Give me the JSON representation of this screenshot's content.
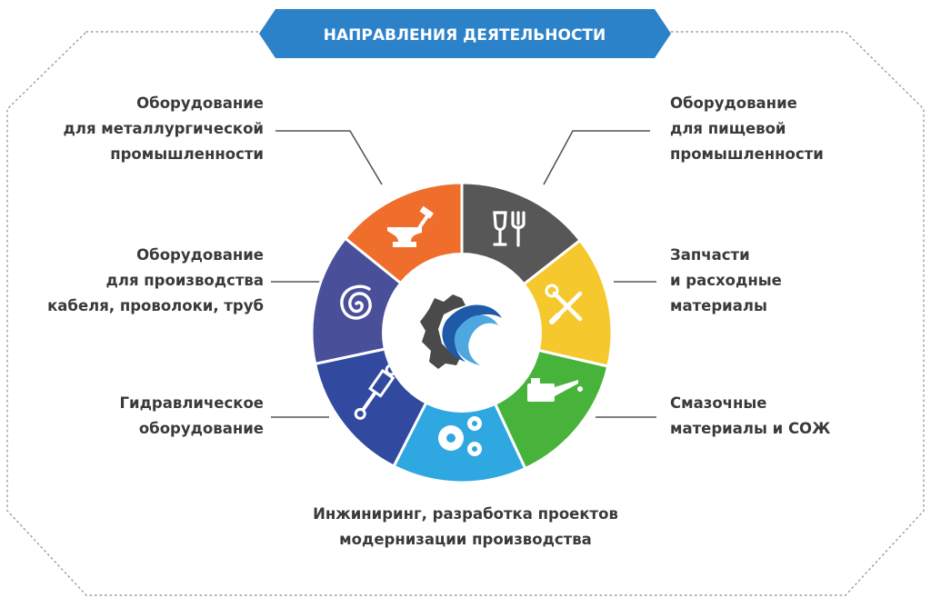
{
  "header": {
    "title": "НАПРАВЛЕНИЯ ДЕЯТЕЛЬНОСТИ",
    "color": "#2c82c9"
  },
  "colors": {
    "border_dots": "#9a9a9a",
    "leader_lines": "#555555",
    "inner_circle": "#ffffff"
  },
  "segments": [
    {
      "key": "food",
      "color": "#575757",
      "icon": "glass-fork-icon",
      "label": [
        "Оборудование",
        "для пищевой",
        "промышленности"
      ]
    },
    {
      "key": "parts",
      "color": "#f5c92e",
      "icon": "wrench-screwdriver-icon",
      "label": [
        "Запчасти",
        "и расходные",
        "материалы"
      ]
    },
    {
      "key": "lubricants",
      "color": "#47b33b",
      "icon": "oil-can-icon",
      "label": [
        "Смазочные",
        "материалы и СОЖ"
      ]
    },
    {
      "key": "engineering",
      "color": "#2fa7e0",
      "icon": "gears-icon",
      "label": [
        "Инжиниринг, разработка проектов",
        "модернизации производства"
      ]
    },
    {
      "key": "hydraulic",
      "color": "#314a9f",
      "icon": "hydraulic-cylinder-icon",
      "label": [
        "Гидравлическое",
        "оборудование"
      ]
    },
    {
      "key": "cable",
      "color": "#4a4f9a",
      "icon": "coil-icon",
      "label": [
        "Оборудование",
        "для производства",
        "кабеля, проволоки, труб"
      ]
    },
    {
      "key": "metallurgy",
      "color": "#ef6e2b",
      "icon": "anvil-hammer-icon",
      "label": [
        "Оборудование",
        "для металлургической",
        "промышленности"
      ]
    }
  ],
  "center_logo": {
    "icon": "gear-wave-logo-icon"
  }
}
